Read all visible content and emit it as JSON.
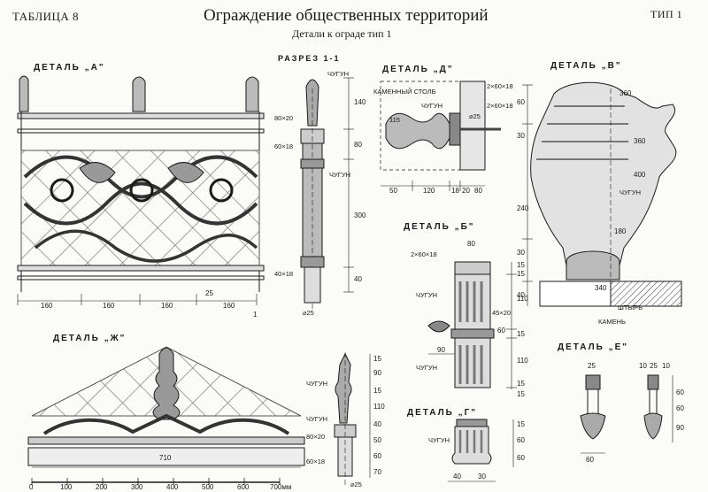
{
  "header": {
    "table_label": "ТАБЛИЦА 8",
    "title": "Ограждение общественных территорий",
    "subtitle": "Детали к ограде тип 1",
    "type_label": "ТИП 1"
  },
  "details": {
    "a": "ДЕТАЛЬ „А\"",
    "section": "РАЗРЕЗ 1-1",
    "d": "ДЕТАЛЬ „Д\"",
    "v": "ДЕТАЛЬ „В\"",
    "b": "ДЕТАЛЬ „Б\"",
    "zh": "ДЕТАЛЬ „Ж\"",
    "g": "ДЕТАЛЬ „Г\"",
    "e": "ДЕТАЛЬ „Е\""
  },
  "detail_a": {
    "dims": [
      "160",
      "160",
      "160",
      "160",
      "25"
    ],
    "mark": "1"
  },
  "section_1_1": {
    "labels": [
      "ЧУГУН",
      "80×20",
      "60×18",
      "ЧУГУН",
      "40×18",
      "⌀25"
    ],
    "dims": [
      "140",
      "80",
      "300",
      "40"
    ]
  },
  "detail_d": {
    "labels": [
      "КАМЕННЫЙ СТОЛБ",
      "ЧУГУН",
      "2×60×18",
      "2×60×18",
      "⌀25",
      "115"
    ],
    "dims": [
      "50",
      "120",
      "18",
      "20",
      "80"
    ]
  },
  "detail_v": {
    "dims_top": [
      "360",
      "360",
      "400"
    ],
    "dims_side": [
      "60",
      "30",
      "240",
      "180",
      "30",
      "40"
    ],
    "labels": [
      "ЧУГУН",
      "340",
      "ШТЫРЬ",
      "КАМЕНЬ"
    ]
  },
  "detail_b": {
    "labels": [
      "80",
      "2×60×18",
      "ЧУГУН",
      "45×20",
      "ЧУГУН",
      "90"
    ],
    "dims": [
      "15",
      "15",
      "110",
      "15",
      "110",
      "15",
      "60",
      "15"
    ]
  },
  "detail_zh": {
    "labels": [
      "ЧУГУН",
      "ЧУГУН",
      "80×20",
      "60×18",
      "⌀25",
      "710"
    ],
    "dims": [
      "15",
      "90",
      "15",
      "110",
      "40",
      "50",
      "60",
      "70"
    ],
    "scale": [
      "0",
      "100",
      "200",
      "300",
      "400",
      "500",
      "600",
      "700мм"
    ]
  },
  "detail_g": {
    "labels": [
      "ЧУГУН",
      "40",
      "30"
    ],
    "dims": [
      "15",
      "60",
      "60"
    ]
  },
  "detail_e": {
    "labels": [
      "25",
      "10",
      "25",
      "10",
      "60"
    ],
    "dims": [
      "60",
      "60",
      "90"
    ]
  }
}
